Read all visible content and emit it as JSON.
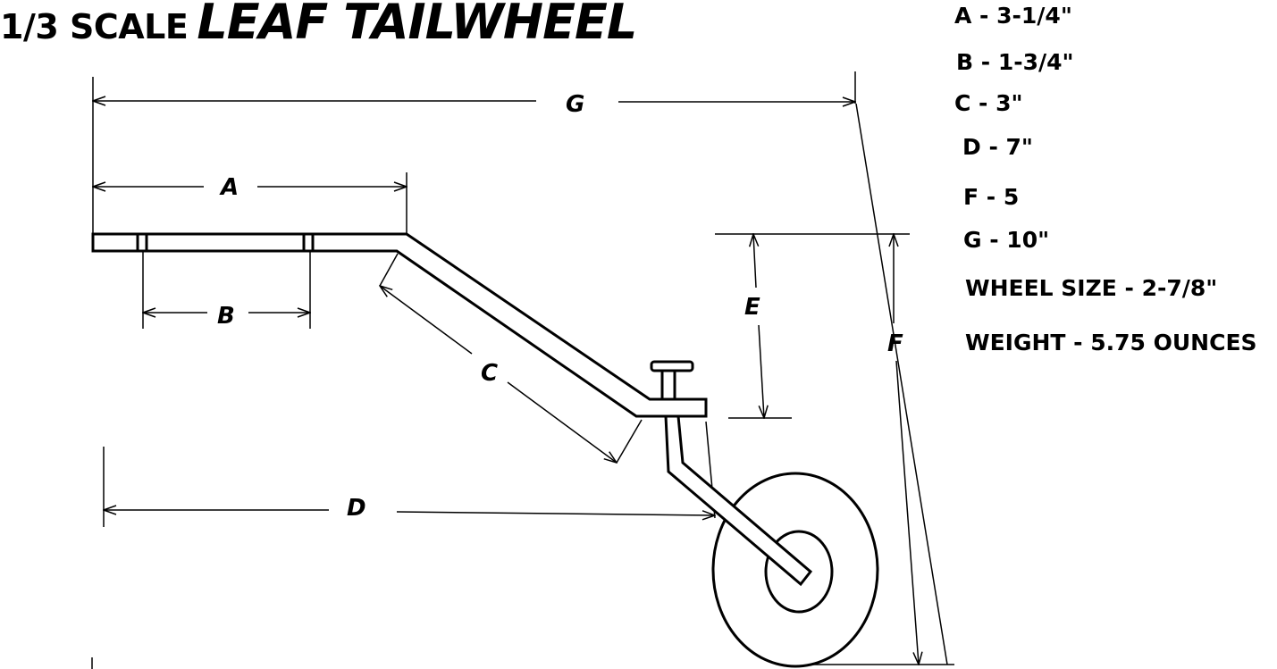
{
  "title": {
    "prefix": "1/3 SCALE",
    "main": "LEAF TAILWHEEL"
  },
  "labels": {
    "a": "A",
    "b": "B",
    "c": "C",
    "d": "D",
    "e": "E",
    "f": "F",
    "g": "G"
  },
  "specs": {
    "a": "A - 3-1/4\"",
    "b": "B - 1-3/4\"",
    "c": "C - 3\"",
    "d": "D - 7\"",
    "f": "F - 5",
    "g": "G - 10\"",
    "wheel_size": "WHEEL SIZE - 2-7/8\"",
    "weight": "WEIGHT - 5.75 OUNCES"
  }
}
